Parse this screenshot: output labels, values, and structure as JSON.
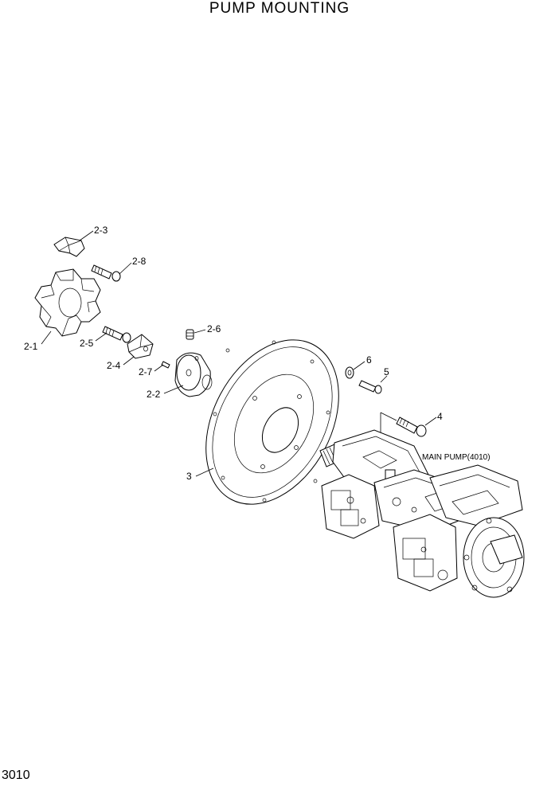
{
  "title": "PUMP MOUNTING",
  "page_number": "3010",
  "callouts": {
    "p2_1": "2-1",
    "p2_2": "2-2",
    "p2_3": "2-3",
    "p2_4": "2-4",
    "p2_5": "2-5",
    "p2_6": "2-6",
    "p2_7": "2-7",
    "p2_8": "2-8",
    "p3": "3",
    "p4": "4",
    "p5": "5",
    "p6": "6",
    "main_pump": "MAIN PUMP(4010)"
  }
}
